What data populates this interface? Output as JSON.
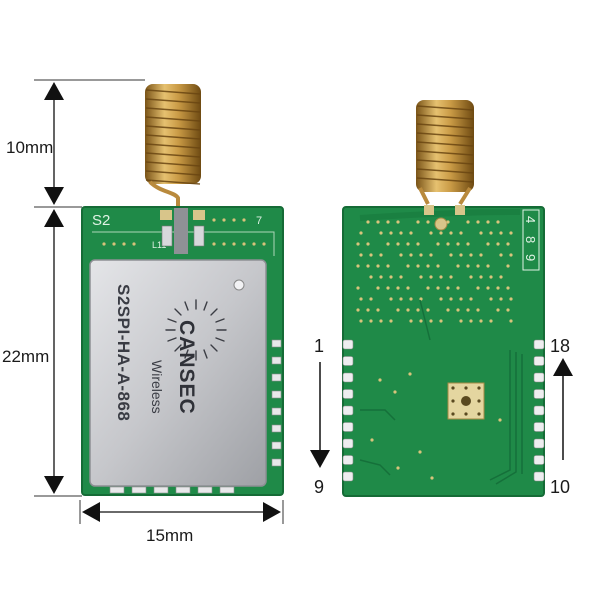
{
  "dimensions": {
    "antenna_height": "10mm",
    "board_height": "22mm",
    "board_width": "15mm"
  },
  "front_module": {
    "silkscreen_id": "S2",
    "part_label": "L11",
    "corner_mark": "7",
    "brand": "CANSEC",
    "brand_subtitle": "Wireless",
    "model": "S2SPI-HA-A-868"
  },
  "back_module": {
    "edge_marks": [
      "4",
      "8",
      "9"
    ]
  },
  "pins": {
    "left_top": "1",
    "left_bottom": "9",
    "right_top": "18",
    "right_bottom": "10"
  },
  "colors": {
    "pcb": "#1f8a48",
    "pcb_dark": "#136b36",
    "shield": "#c9cacd",
    "copper": "#b8893a",
    "gold_pad": "#d8c58a"
  }
}
